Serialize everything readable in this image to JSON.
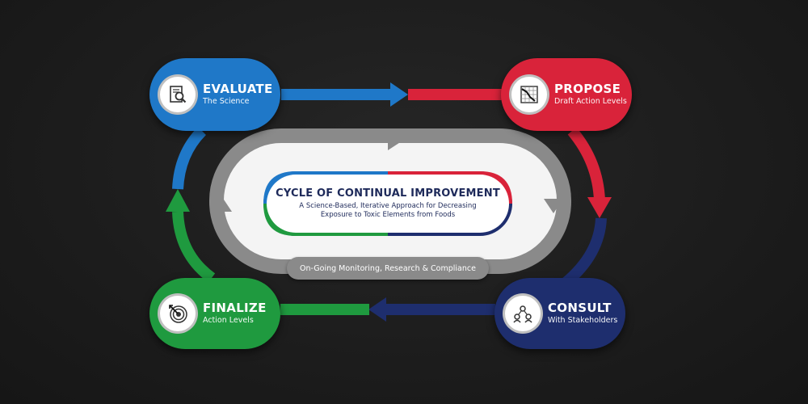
{
  "center": {
    "title": "CYCLE OF CONTINUAL IMPROVEMENT",
    "subtitle_line1": "A Science-Based, Iterative Approach for Decreasing",
    "subtitle_line2": "Exposure to Toxic Elements from Foods"
  },
  "monitoring": {
    "label": "On-Going Monitoring, Research & Compliance"
  },
  "steps": [
    {
      "title": "EVALUATE",
      "subtitle": "The Science",
      "color": "#1f78c8",
      "icon": "magnifier-document-icon"
    },
    {
      "title": "PROPOSE",
      "subtitle": "Draft Action Levels",
      "color": "#d9233a",
      "icon": "declining-chart-icon"
    },
    {
      "title": "CONSULT",
      "subtitle": "With Stakeholders",
      "color": "#1e2e6e",
      "icon": "people-network-icon"
    },
    {
      "title": "FINALIZE",
      "subtitle": "Action Levels",
      "color": "#1f9a3f",
      "icon": "target-arrow-icon"
    }
  ],
  "colors": {
    "evaluate": "#1f78c8",
    "propose": "#d9233a",
    "consult": "#1e2e6e",
    "finalize": "#1f9a3f",
    "loop_gray": "#8a8a8a",
    "background": "#1c1c1c"
  }
}
